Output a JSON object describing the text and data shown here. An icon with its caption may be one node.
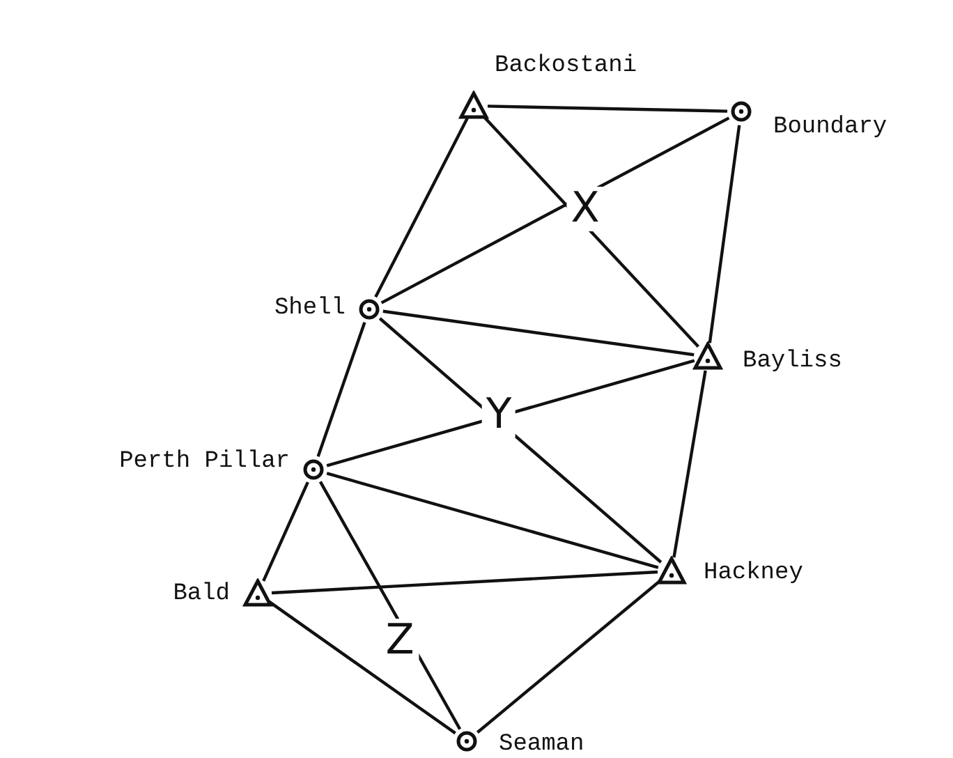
{
  "diagram": {
    "nodes": [
      {
        "text": [],
        "shape": "triangle",
        "beside": [
          "Backostani"
        ]
      },
      {
        "text": [],
        "shape": "circle",
        "beside": [
          "Boundary"
        ]
      },
      {
        "text": [],
        "shape": "circle",
        "beside": [
          "Shell"
        ]
      },
      {
        "text": [],
        "shape": "triangle",
        "beside": [
          "Bayliss"
        ]
      },
      {
        "text": [],
        "shape": "circle",
        "beside": [
          "Perth Pillar"
        ]
      },
      {
        "text": [],
        "shape": "triangle",
        "beside": [
          "Bald"
        ]
      },
      {
        "text": [],
        "shape": "triangle",
        "beside": [
          "Hackney"
        ]
      },
      {
        "text": [],
        "shape": "circle",
        "beside": [
          "Seaman"
        ]
      }
    ],
    "edges": [
      {
        "from": 0,
        "to": 1,
        "arrow": "none"
      },
      {
        "from": 0,
        "to": 2,
        "arrow": "none"
      },
      {
        "from": 0,
        "to": 3,
        "arrow": "none"
      },
      {
        "from": 1,
        "to": 2,
        "arrow": "none"
      },
      {
        "from": 1,
        "to": 3,
        "arrow": "none"
      },
      {
        "from": 2,
        "to": 3,
        "arrow": "none"
      },
      {
        "from": 2,
        "to": 4,
        "arrow": "none"
      },
      {
        "from": 2,
        "to": 6,
        "arrow": "none"
      },
      {
        "from": 3,
        "to": 4,
        "arrow": "none"
      },
      {
        "from": 3,
        "to": 6,
        "arrow": "none"
      },
      {
        "from": 4,
        "to": 6,
        "arrow": "none"
      },
      {
        "from": 4,
        "to": 5,
        "arrow": "none"
      },
      {
        "from": 4,
        "to": 7,
        "arrow": "none"
      },
      {
        "from": 5,
        "to": 6,
        "arrow": "none"
      },
      {
        "from": 5,
        "to": 7,
        "arrow": "none"
      },
      {
        "from": 7,
        "to": 6,
        "arrow": "none"
      }
    ],
    "labels": [
      "X",
      "Y",
      "Z"
    ]
  }
}
